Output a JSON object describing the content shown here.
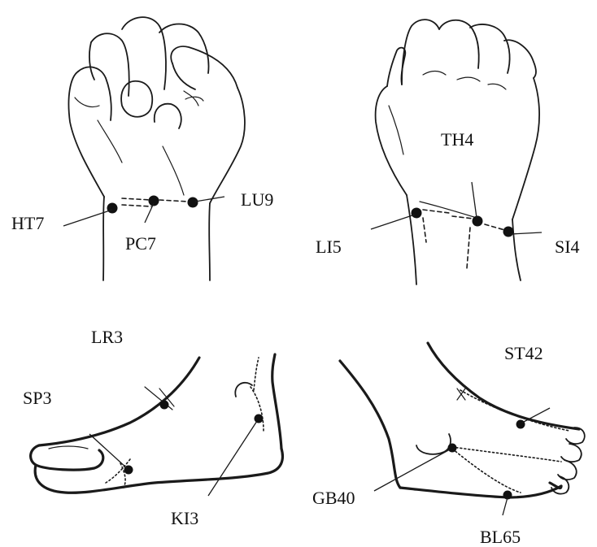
{
  "panels": {
    "fist": {
      "labels": {
        "ht7": "HT7",
        "pc7": "PC7",
        "lu9": "LU9"
      }
    },
    "hand_back": {
      "labels": {
        "th4": "TH4",
        "li5": "LI5",
        "si4": "SI4"
      }
    },
    "foot_inner": {
      "labels": {
        "lr3": "LR3",
        "sp3": "SP3",
        "ki3": "KI3"
      }
    },
    "foot_outer": {
      "labels": {
        "st42": "ST42",
        "gb40": "GB40",
        "bl65": "BL65"
      }
    }
  },
  "colors": {
    "ink": "#1a1a1a",
    "background": "#ffffff"
  }
}
